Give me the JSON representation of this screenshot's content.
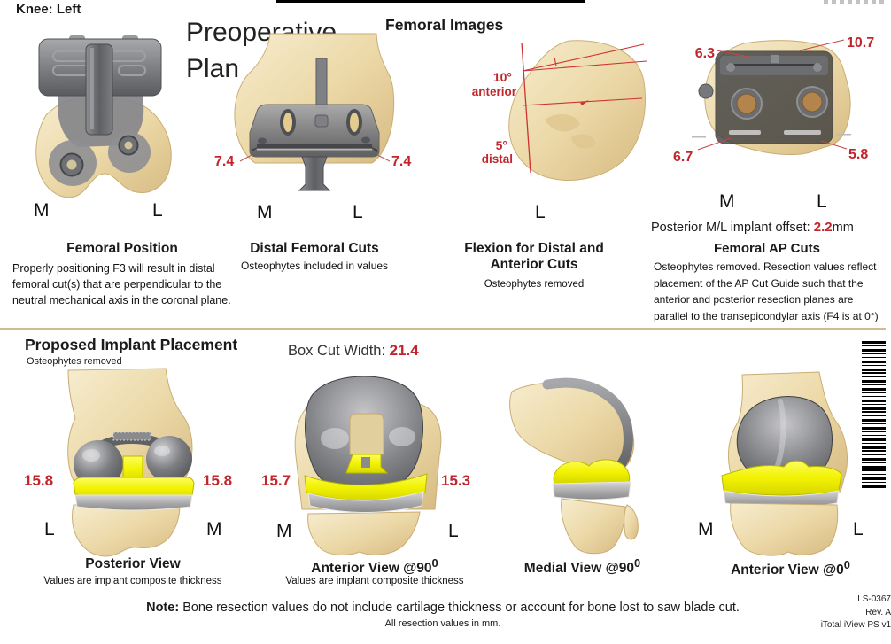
{
  "header": {
    "knee_label": "Knee: Left",
    "title_line1": "Preoperative",
    "title_line2": "Plan",
    "section_title": "Femoral Images"
  },
  "colors": {
    "value_red": "#c0272d",
    "bone_tan": "#ecd9a8",
    "implant_gray": "#7b7c7f",
    "insert_yellow": "#f2f200",
    "divider_tan": "#cfbd92"
  },
  "femoral_images": {
    "femoral_position": {
      "title": "Femoral Position",
      "description": "Properly positioning F3 will result in distal femoral cut(s) that are perpendicular to the neutral mechanical axis in the coronal plane.",
      "label_m": "M",
      "label_l": "L"
    },
    "distal_femoral_cuts": {
      "title": "Distal Femoral Cuts",
      "subtitle": "Osteophytes included in values",
      "value_medial": "7.4",
      "value_lateral": "7.4",
      "label_m": "M",
      "label_l": "L"
    },
    "flexion": {
      "title_line1": "Flexion for Distal and",
      "title_line2": "Anterior Cuts",
      "subtitle": "Osteophytes removed",
      "anterior_angle": "10°",
      "anterior_label": "anterior",
      "distal_angle": "5°",
      "distal_label": "distal",
      "label_l": "L"
    },
    "femoral_ap_cuts": {
      "title": "Femoral AP Cuts",
      "description": "Osteophytes removed. Resection values reflect placement of the AP Cut Guide such that the anterior and posterior resection planes are parallel to the transepicondylar axis (F4 is at 0°)",
      "offset_label": "Posterior M/L implant offset:",
      "offset_value": "2.2",
      "offset_unit": "mm",
      "value_top_medial": "6.3",
      "value_top_lateral": "10.7",
      "value_bottom_medial": "6.7",
      "value_bottom_lateral": "5.8",
      "label_m": "M",
      "label_l": "L"
    }
  },
  "implant_placement": {
    "section_title": "Proposed Implant Placement",
    "section_subtitle": "Osteophytes removed",
    "box_cut_label": "Box Cut Width:",
    "box_cut_value": "21.4",
    "posterior_view": {
      "title": "Posterior View",
      "subtitle": "Values are implant composite thickness",
      "value_left": "15.8",
      "value_right": "15.8",
      "label_left": "L",
      "label_right": "M"
    },
    "anterior_view_90": {
      "title": "Anterior View @90",
      "title_sup": "0",
      "subtitle": "Values are implant composite thickness",
      "value_left": "15.7",
      "value_right": "15.3",
      "label_left": "M",
      "label_right": "L"
    },
    "medial_view_90": {
      "title": "Medial View @90",
      "title_sup": "0"
    },
    "anterior_view_0": {
      "title": "Anterior View @0",
      "title_sup": "0",
      "label_left": "M",
      "label_right": "L"
    }
  },
  "footer": {
    "note_label": "Note:",
    "note_text": "Bone resection values do not include cartilage thickness or account for bone lost to saw blade cut.",
    "note_sub": "All resection values in mm.",
    "doc_number": "LS-0367",
    "revision": "Rev. A",
    "product": "iTotal iView PS v1"
  }
}
